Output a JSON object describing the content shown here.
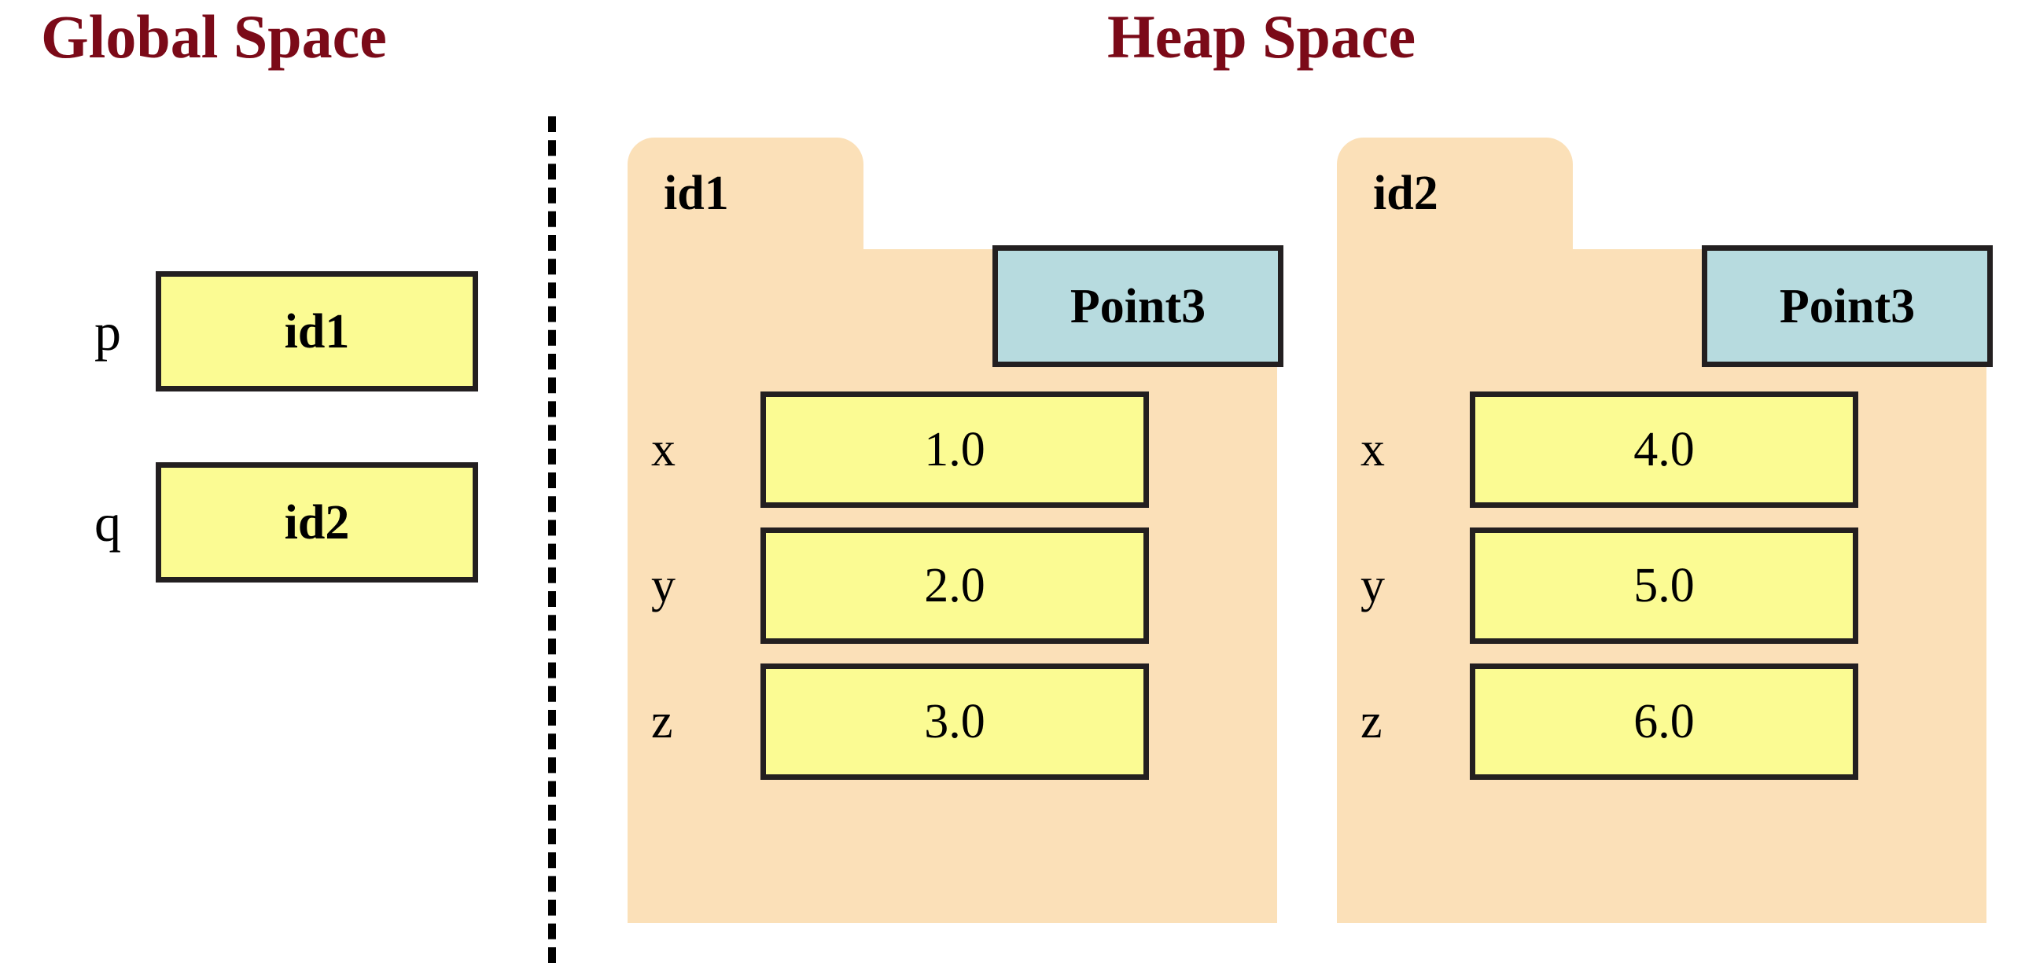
{
  "colors": {
    "title": "#7B0A18",
    "value_box_fill": "#FBFB93",
    "object_fill": "#FBE0B8",
    "type_badge_fill": "#B7DBDF",
    "border": "#231F20",
    "background": "#FFFFFF"
  },
  "sections": {
    "global": {
      "title": "Global Space"
    },
    "heap": {
      "title": "Heap Space"
    }
  },
  "global_space": {
    "variables": [
      {
        "name": "p",
        "value": "id1"
      },
      {
        "name": "q",
        "value": "id2"
      }
    ]
  },
  "heap_space": {
    "objects": [
      {
        "id": "id1",
        "type": "Point3",
        "fields": [
          {
            "name": "x",
            "value": "1.0"
          },
          {
            "name": "y",
            "value": "2.0"
          },
          {
            "name": "z",
            "value": "3.0"
          }
        ]
      },
      {
        "id": "id2",
        "type": "Point3",
        "fields": [
          {
            "name": "x",
            "value": "4.0"
          },
          {
            "name": "y",
            "value": "5.0"
          },
          {
            "name": "z",
            "value": "6.0"
          }
        ]
      }
    ]
  },
  "divider": {
    "style": "dashed-vertical"
  }
}
